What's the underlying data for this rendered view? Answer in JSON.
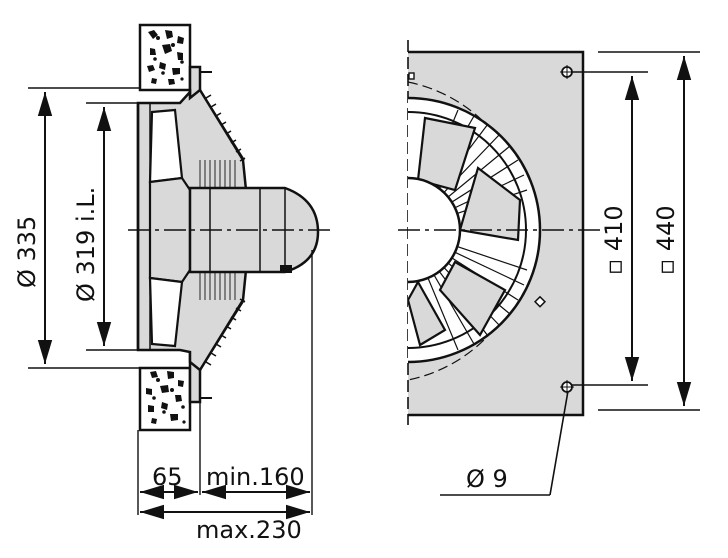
{
  "side_view": {
    "dim_outer_diameter": "Ø 335",
    "dim_inner_diameter": "Ø 319 i.L.",
    "dim_flange_depth": "65",
    "dim_min_depth": "min.160",
    "dim_max_depth": "max.230"
  },
  "front_view": {
    "dim_hole_spacing": "▫ 410",
    "dim_plate_size": "▫ 440",
    "dim_hole_diameter": "Ø 9"
  },
  "colors": {
    "line": "#111111",
    "fill": "#d9d9d9",
    "background": "#ffffff"
  }
}
